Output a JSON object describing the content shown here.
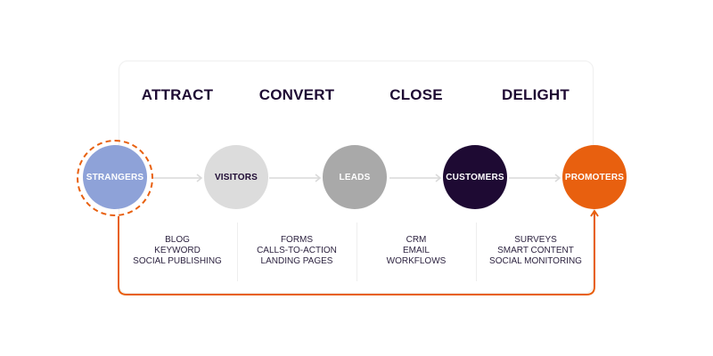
{
  "stages": [
    {
      "label": "ATTRACT"
    },
    {
      "label": "CONVERT"
    },
    {
      "label": "CLOSE"
    },
    {
      "label": "DELIGHT"
    }
  ],
  "nodes": [
    {
      "label": "STRANGERS",
      "fill": "#8ea2d8",
      "text_color": "#ffffff",
      "highlighted": true
    },
    {
      "label": "VISITORS",
      "fill": "#dcdcdc",
      "text_color": "#1e0a33"
    },
    {
      "label": "LEADS",
      "fill": "#a9a9a9",
      "text_color": "#ffffff"
    },
    {
      "label": "CUSTOMERS",
      "fill": "#1e0a33",
      "text_color": "#ffffff"
    },
    {
      "label": "PROMOTERS",
      "fill": "#e8600f",
      "text_color": "#ffffff"
    }
  ],
  "tactics": [
    {
      "items": [
        "BLOG",
        "KEYWORD",
        "SOCIAL PUBLISHING"
      ]
    },
    {
      "items": [
        "FORMS",
        "CALLS-TO-ACTION",
        "LANDING PAGES"
      ]
    },
    {
      "items": [
        "CRM",
        "EMAIL",
        "WORKFLOWS"
      ]
    },
    {
      "items": [
        "SURVEYS",
        "SMART CONTENT",
        "SOCIAL MONITORING"
      ]
    }
  ],
  "colors": {
    "accent": "#e8600f",
    "heading": "#1e0a33",
    "arrow": "#d9d9d9"
  }
}
